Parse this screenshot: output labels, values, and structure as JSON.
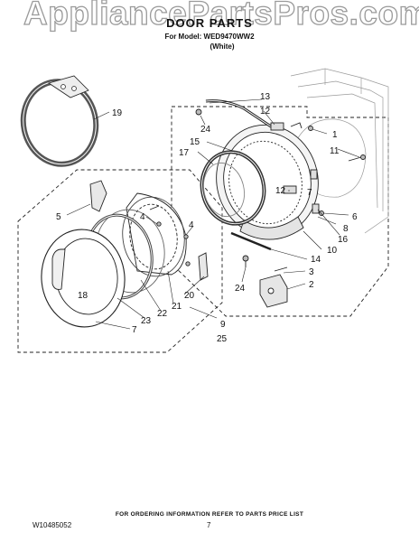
{
  "watermark": "AppliancePartsPros.com",
  "header": {
    "title": "DOOR PARTS",
    "model_line": "For Model: WED9470WW2",
    "color_line": "(White)"
  },
  "callouts": [
    "1",
    "2",
    "3",
    "4",
    "4",
    "5",
    "6",
    "7",
    "7",
    "8",
    "9",
    "10",
    "11",
    "12",
    "12",
    "13",
    "14",
    "15",
    "16",
    "17",
    "18",
    "19",
    "20",
    "21",
    "22",
    "23",
    "24",
    "24",
    "25"
  ],
  "footer": {
    "note": "FOR ORDERING INFORMATION REFER TO PARTS PRICE LIST",
    "doc_code": "W10485052",
    "page": "7"
  }
}
